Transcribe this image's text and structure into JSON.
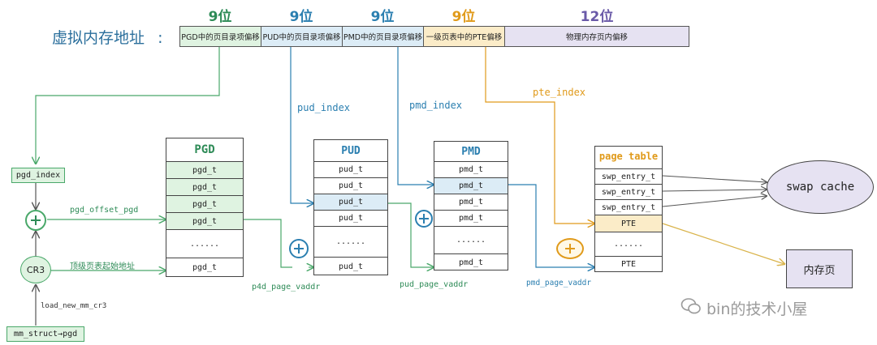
{
  "va": {
    "title": "虚拟内存地址",
    "colon": ":",
    "segments": [
      {
        "bits": "9位",
        "label": "PGD中的页目录项偏移",
        "color": "#2e8b57",
        "bg": "#dff3e1"
      },
      {
        "bits": "9位",
        "label": "PUD中的页目录项偏移",
        "color": "#2b7fb0",
        "bg": "#dcecf6"
      },
      {
        "bits": "9位",
        "label": "PMD中的页目录项偏移",
        "color": "#2b7fb0",
        "bg": "#dcecf6"
      },
      {
        "bits": "9位",
        "label": "一级页表中的PTE偏移",
        "color": "#e09a1a",
        "bg": "#fbecc8"
      },
      {
        "bits": "12位",
        "label": "物理内存页内偏移",
        "color": "#6a5aa8",
        "bg": "#e6e2f2"
      }
    ]
  },
  "labels": {
    "pgd_index": "pgd_index",
    "pud_index": "pud_index",
    "pmd_index": "pmd_index",
    "pte_index": "pte_index",
    "pgd_offset": "pgd_offset_pgd",
    "cr3_note": "顶级页表起始地址",
    "cr3": "CR3",
    "load": "load_new_mm_cr3",
    "mm": "mm_struct→pgd",
    "p4d_vaddr": "p4d_page_vaddr",
    "pud_vaddr": "pud_page_vaddr",
    "pmd_vaddr": "pmd_page_vaddr",
    "swap": "swap cache",
    "phys": "内存页",
    "watermark": "bin的技术小屋"
  },
  "tables": {
    "pgd": {
      "title": "PGD",
      "rows": [
        "pgd_t",
        "pgd_t",
        "pgd_t",
        "pgd_t",
        "......",
        "pgd_t"
      ]
    },
    "pud": {
      "title": "PUD",
      "rows": [
        "pud_t",
        "pud_t",
        "pud_t",
        "pud_t",
        "......",
        "pud_t"
      ]
    },
    "pmd": {
      "title": "PMD",
      "rows": [
        "pmd_t",
        "pmd_t",
        "pmd_t",
        "pmd_t",
        "......",
        "pmd_t"
      ]
    },
    "pt": {
      "title": "page table",
      "rows": [
        "swp_entry_t",
        "swp_entry_t",
        "swp_entry_t",
        "PTE",
        "......",
        "PTE"
      ]
    }
  }
}
